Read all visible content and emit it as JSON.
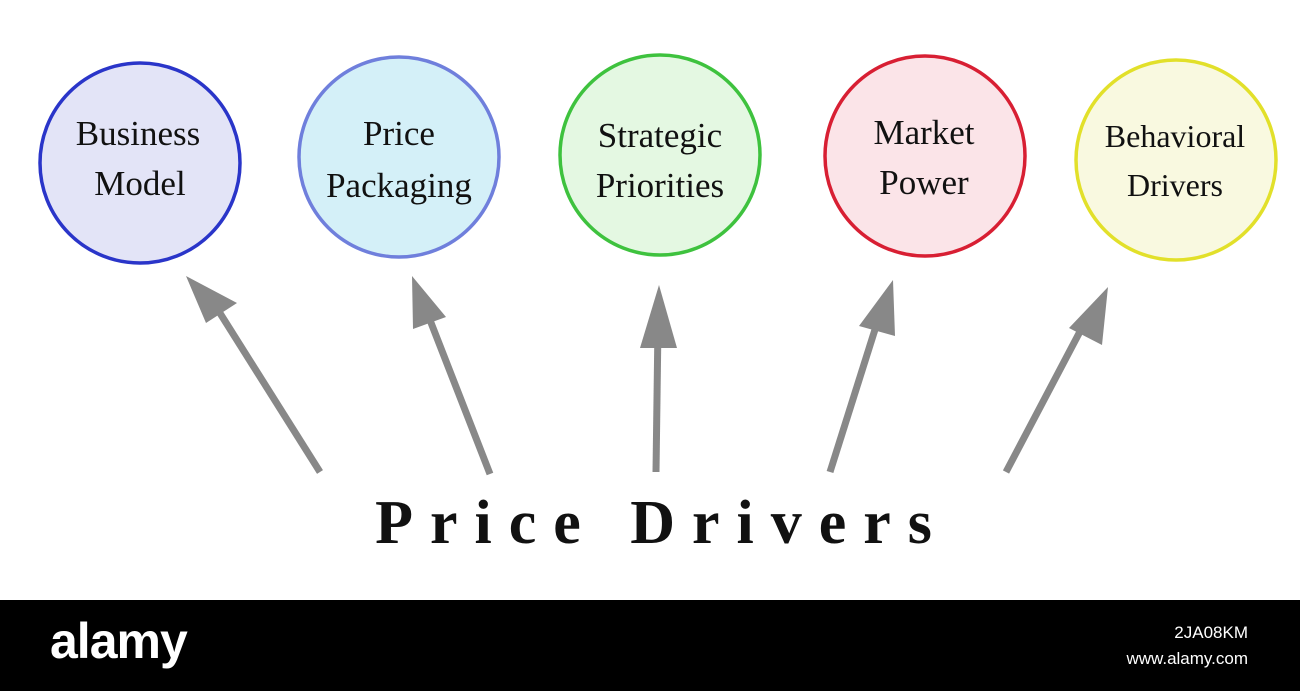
{
  "diagram": {
    "title": "Price Drivers",
    "nodes": [
      {
        "line1": "Business",
        "line2": "Model",
        "border": "#2a35c9",
        "fill": "#e3e4f7"
      },
      {
        "line1": "Price",
        "line2": "Packaging",
        "border": "#6f7fdc",
        "fill": "#d4f0f8"
      },
      {
        "line1": "Strategic",
        "line2": "Priorities",
        "border": "#3ec23e",
        "fill": "#e4f8e2"
      },
      {
        "line1": "Market",
        "line2": "Power",
        "border": "#d81f33",
        "fill": "#fbe4e8"
      },
      {
        "line1": "Behavioral",
        "line2": "Drivers",
        "border": "#e2e02a",
        "fill": "#f9f9e0"
      }
    ],
    "arrow_color": "#888888"
  },
  "watermark": {
    "logo": "alamy",
    "image_id": "2JA08KM",
    "url": "www.alamy.com"
  }
}
